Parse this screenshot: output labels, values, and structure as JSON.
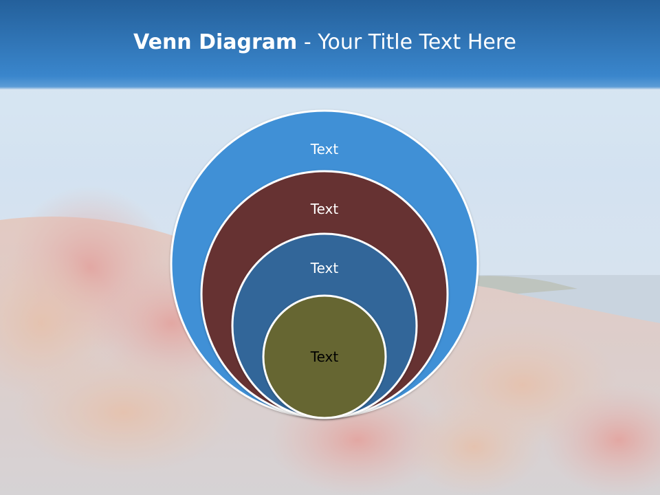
{
  "slide": {
    "title_bold": "Venn Diagram",
    "title_rest": " - Your Title Text Here"
  },
  "colors": {
    "header_top": "#245f9a",
    "header_bottom": "#3a86cc",
    "circle_outer": "#4190d6",
    "circle_second": "#663232",
    "circle_third": "#336699",
    "circle_inner": "#666633",
    "circle_stroke": "#ffffff"
  },
  "venn": {
    "circles": [
      {
        "label": "Text",
        "color": "#4190d6",
        "text_color": "#ffffff"
      },
      {
        "label": "Text",
        "color": "#663232",
        "text_color": "#ffffff"
      },
      {
        "label": "Text",
        "color": "#336699",
        "text_color": "#ffffff"
      },
      {
        "label": "Text",
        "color": "#666633",
        "text_color": "#000000"
      }
    ]
  }
}
